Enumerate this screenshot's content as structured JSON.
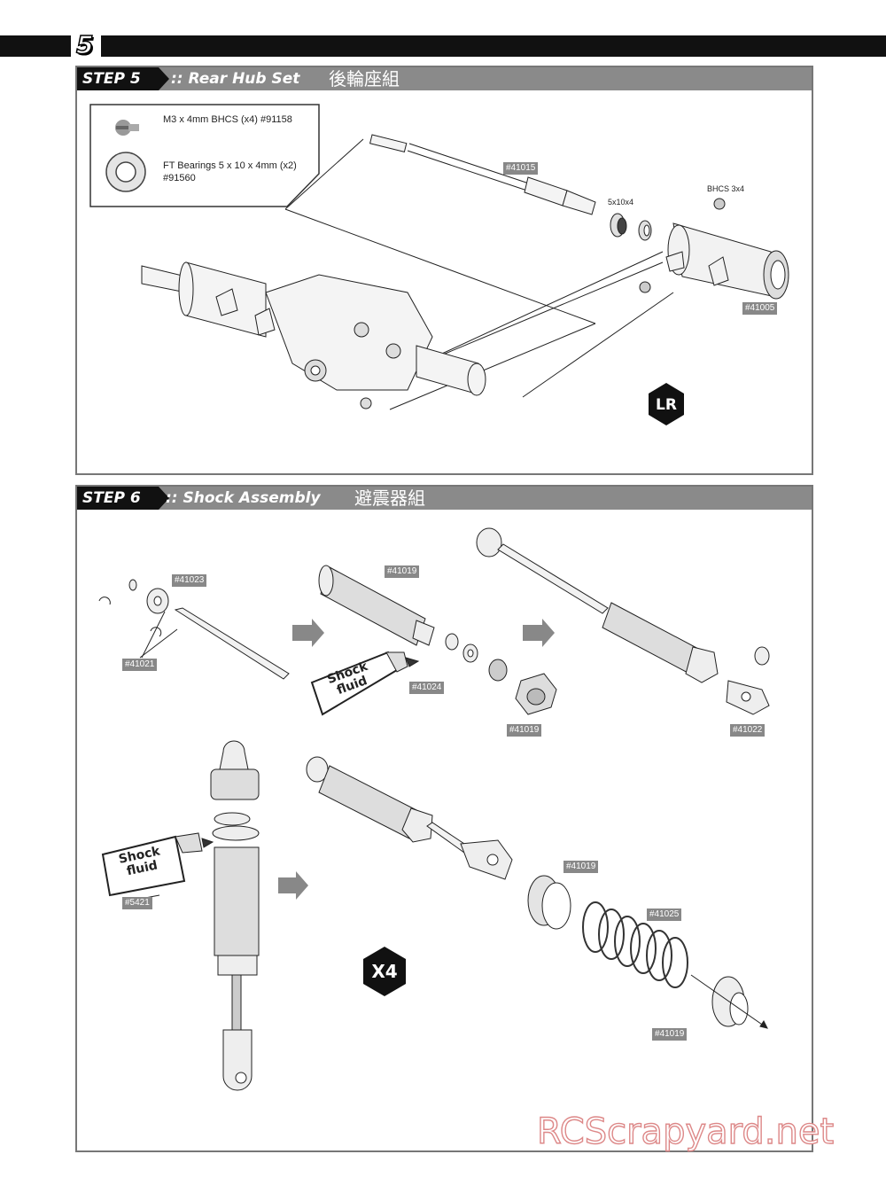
{
  "page_number": "5",
  "step5": {
    "tag": "STEP 5",
    "title": ":: Rear Hub Set",
    "title_cn": "後輪座組",
    "parts": [
      {
        "text": "M3 x 4mm BHCS (x4) #91158"
      },
      {
        "text_line1": "FT Bearings 5 x 10 x 4mm (x2)",
        "text_line2": "#91560"
      }
    ],
    "labels": {
      "axle": "#41015",
      "bearing": "5x10x4",
      "screw": "BHCS 3x4",
      "hub": "#41005"
    },
    "badge": "LR"
  },
  "step6": {
    "tag": "STEP 6",
    "title": ":: Shock Assembly",
    "title_cn": "避震器組",
    "labels": {
      "piston": "#41023",
      "shaft": "#41021",
      "body": "#41019",
      "oring": "#41024",
      "cap": "#41019",
      "rodend": "#41022",
      "fluid_part": "#5421",
      "collar": "#41019",
      "spring": "#41025",
      "retainer": "#41019"
    },
    "shock_fluid": "Shock fluid",
    "quantity": "X4"
  },
  "watermark": "RCScrapyard.net"
}
